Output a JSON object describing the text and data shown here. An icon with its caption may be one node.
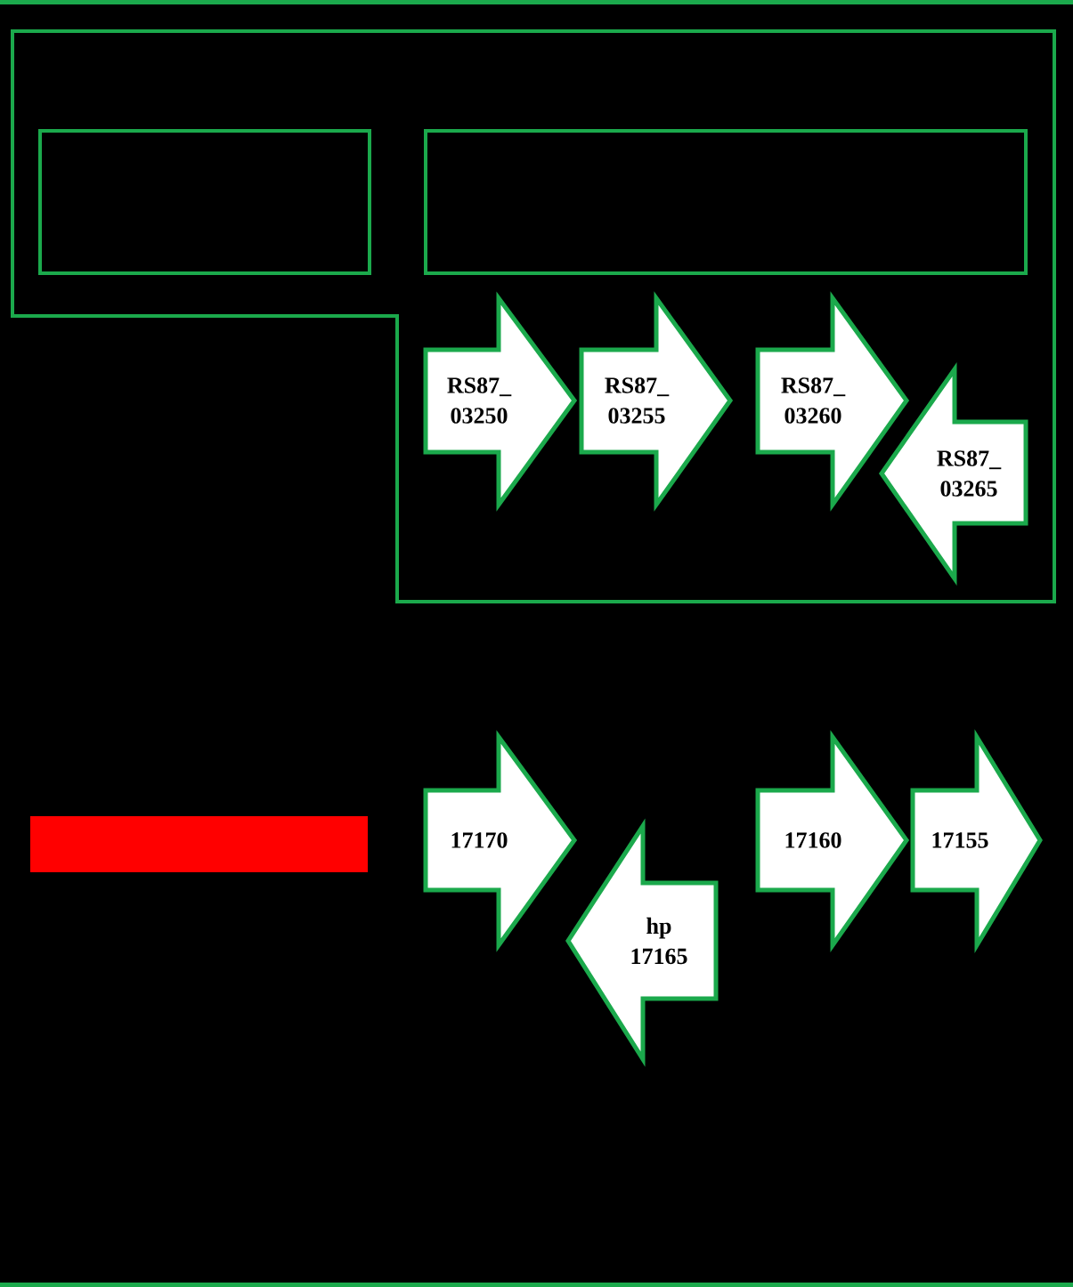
{
  "diagram": {
    "nodes": [
      {
        "text": [],
        "shape": "box"
      },
      {
        "text": [],
        "shape": "box",
        "in": 0
      },
      {
        "text": [],
        "shape": "box",
        "in": 0
      },
      {
        "text": [
          "RS87_ 03250"
        ],
        "in": 0
      },
      {
        "text": [
          "RS87_ 03255"
        ],
        "in": 0
      },
      {
        "text": [
          "RS87_ 03260"
        ],
        "in": 0
      },
      {
        "text": [
          "RS87_ 03265"
        ],
        "in": 0
      },
      {
        "text": [],
        "shape": "bar"
      },
      {
        "text": [
          "17170"
        ]
      },
      {
        "text": [
          "hp 17165"
        ]
      },
      {
        "text": [
          "17160"
        ]
      },
      {
        "text": [
          "17155"
        ]
      }
    ]
  }
}
